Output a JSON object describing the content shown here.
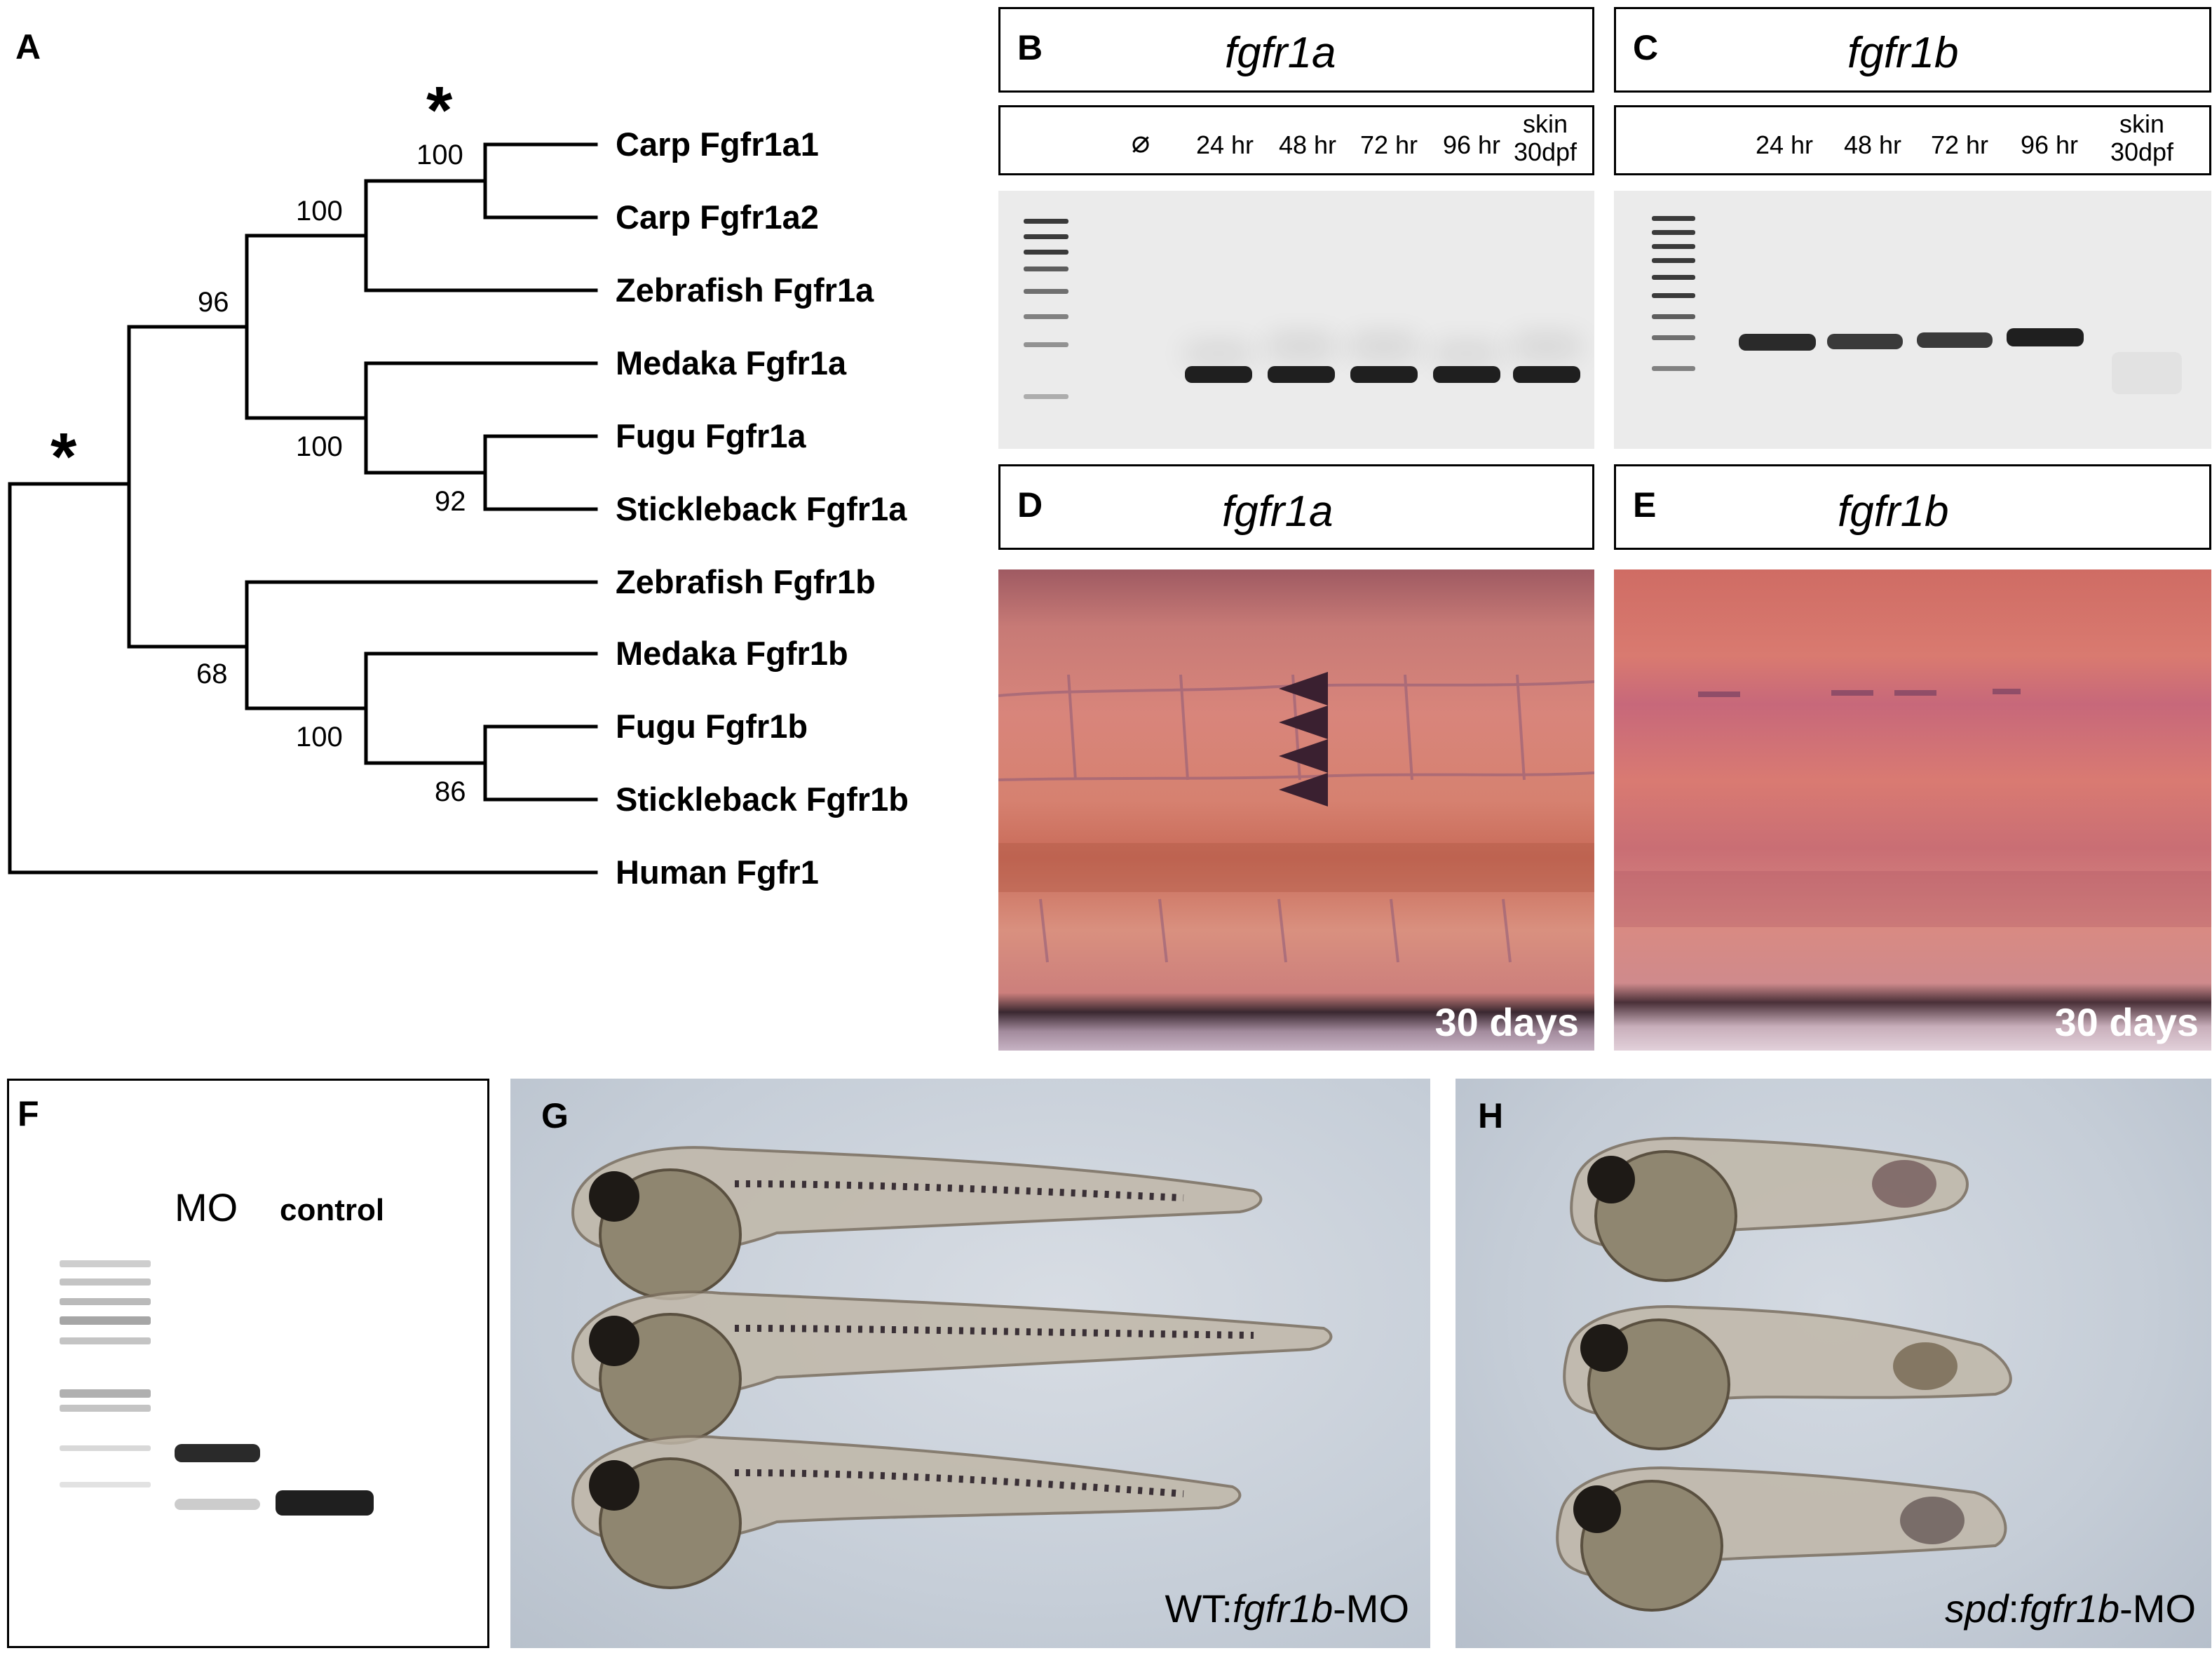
{
  "panels": {
    "a": {
      "label": "A",
      "taxa": [
        "Carp Fgfr1a1",
        "Carp Fgfr1a2",
        "Zebrafish Fgfr1a",
        "Medaka Fgfr1a",
        "Fugu Fgfr1a",
        "Stickleback Fgfr1a",
        "Zebrafish Fgfr1b",
        "Medaka Fgfr1b",
        "Fugu Fgfr1b",
        "Stickleback Fgfr1b",
        "Human Fgfr1"
      ],
      "bootstrap": {
        "carp_node": "100",
        "carp_zeb_node": "100",
        "fgfr1a_clade": "96",
        "medaka_fugu_stick_a": "100",
        "fugu_stick_a": "92",
        "fgfr1b_clade": "68",
        "medaka_fugu_stick_b": "100",
        "fugu_stick_b": "86"
      },
      "star": "*"
    },
    "b": {
      "label": "B",
      "gene": "fgfr1a",
      "lanes": [
        "⌀",
        "24 hr",
        "48 hr",
        "72 hr",
        "96 hr"
      ],
      "last_lane": [
        "skin",
        "30dpf"
      ]
    },
    "c": {
      "label": "C",
      "gene": "fgfr1b",
      "lanes": [
        "24 hr",
        "48 hr",
        "72 hr",
        "96 hr"
      ],
      "last_lane": [
        "skin",
        "30dpf"
      ]
    },
    "d": {
      "label": "D",
      "gene": "fgfr1a",
      "stage": "30 days"
    },
    "e": {
      "label": "E",
      "gene": "fgfr1b",
      "stage": "30 days"
    },
    "f": {
      "label": "F",
      "lane_mo": "MO",
      "lane_control": "control"
    },
    "g": {
      "label": "G",
      "caption_prefix": "WT:",
      "caption_gene": "fgfr1b",
      "caption_suffix": "-MO"
    },
    "h": {
      "label": "H",
      "caption_prefix": "spd",
      "caption_sep": ":",
      "caption_gene": "fgfr1b",
      "caption_suffix": "-MO"
    }
  },
  "colors": {
    "gel_bg": "#ebebeb",
    "band": "#1f1f1f",
    "tissue": "#c96a5c",
    "embryo_bg": "#cdd4dc"
  }
}
